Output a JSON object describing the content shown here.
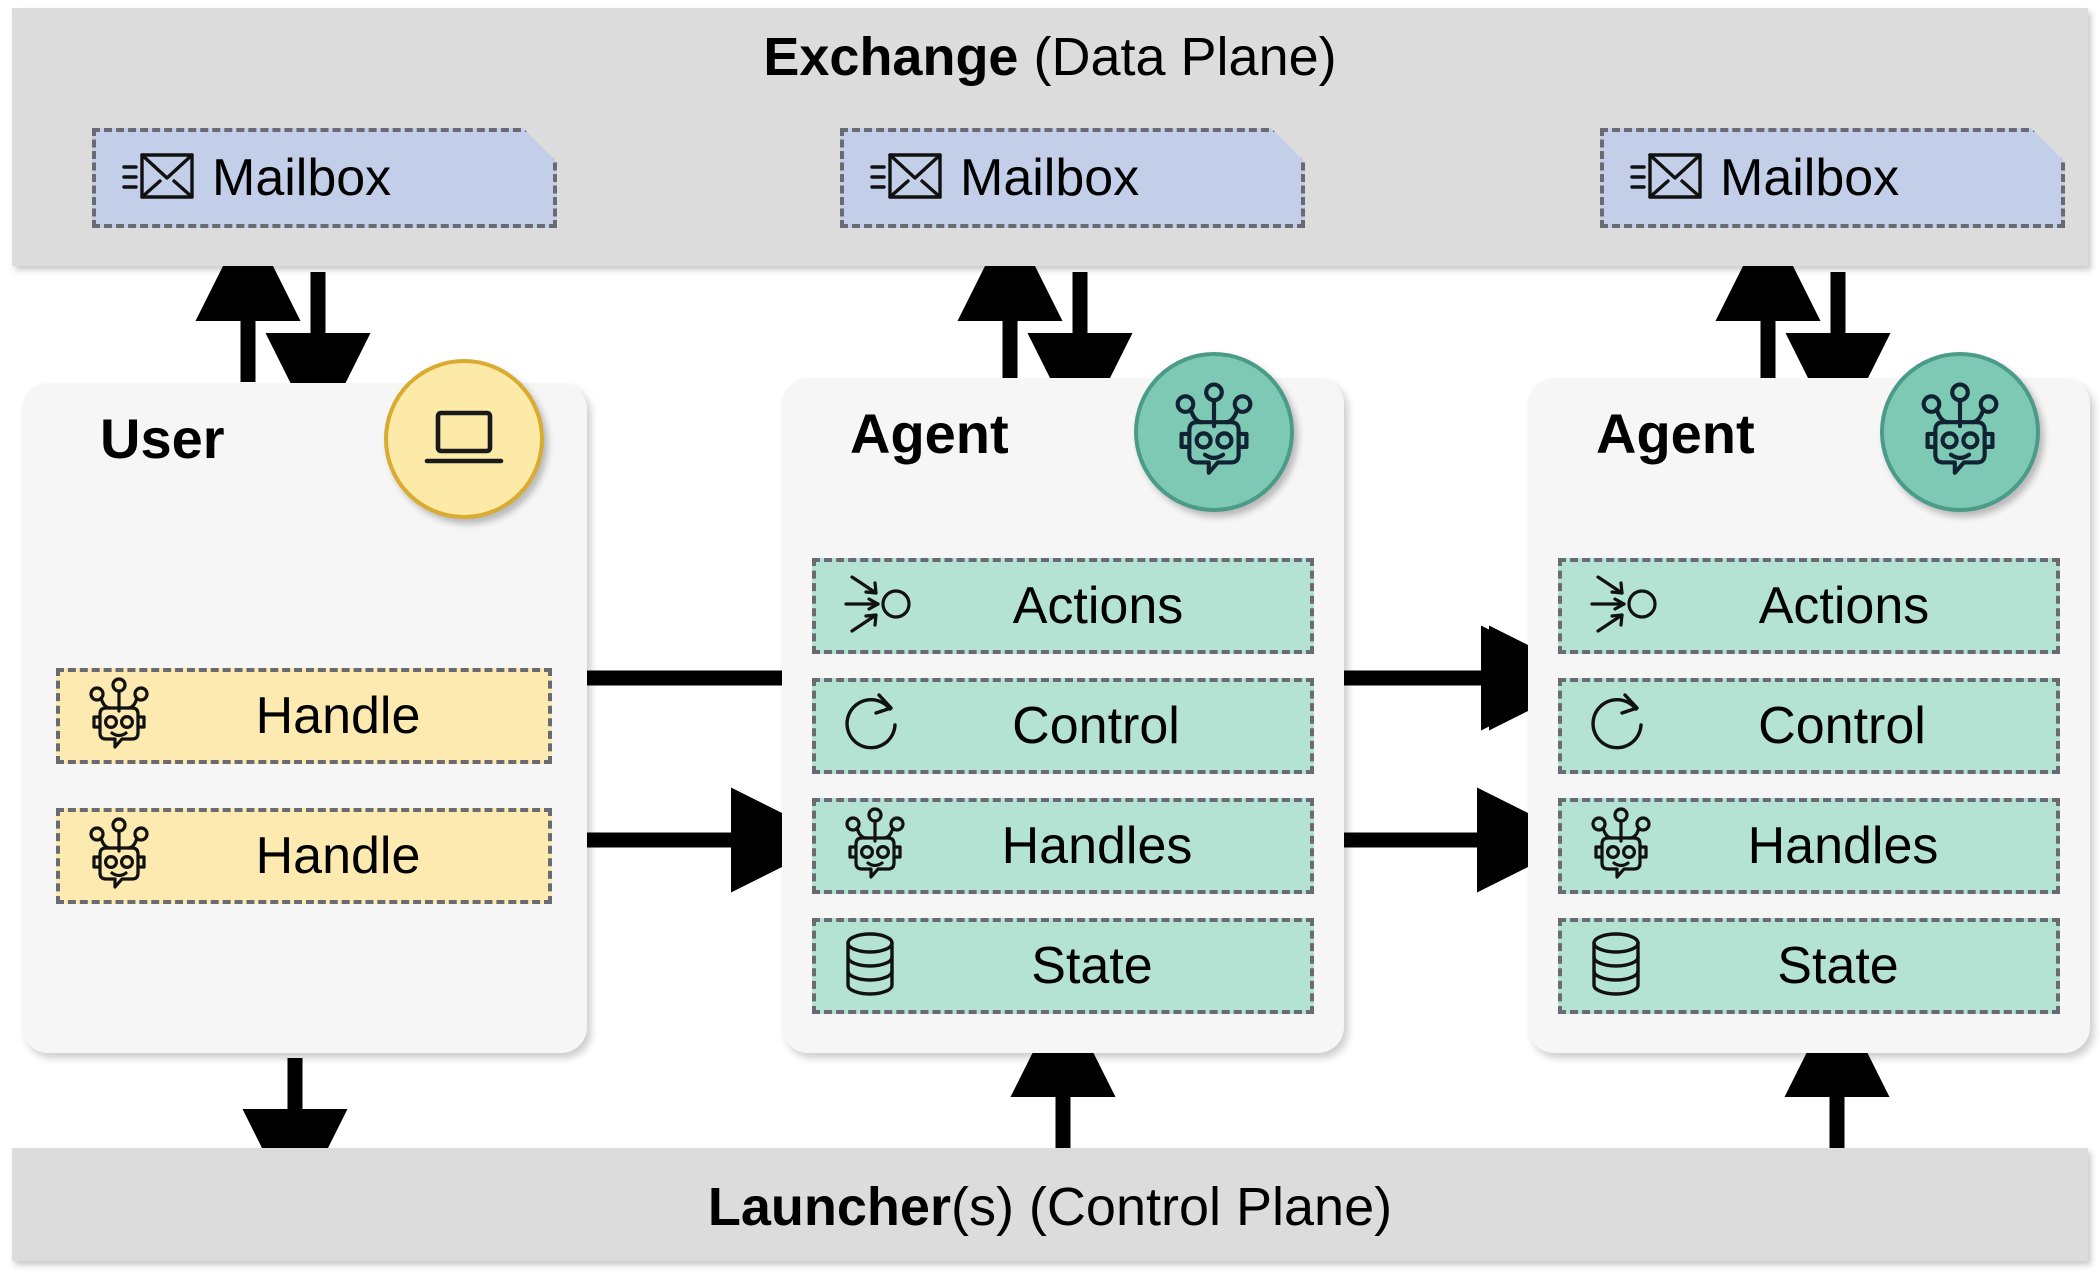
{
  "exchange": {
    "title_bold": "Exchange",
    "title_rest": " (Data Plane)",
    "mailboxes": [
      {
        "label": "Mailbox",
        "icon": "envelope-icon"
      },
      {
        "label": "Mailbox",
        "icon": "envelope-icon"
      },
      {
        "label": "Mailbox",
        "icon": "envelope-icon"
      }
    ]
  },
  "launcher": {
    "title_bold": "Launcher",
    "title_rest": "(s) (Control Plane)"
  },
  "user": {
    "title": "User",
    "badge_icon": "laptop-icon",
    "handles": [
      {
        "label": "Handle",
        "icon": "robot-icon"
      },
      {
        "label": "Handle",
        "icon": "robot-icon"
      }
    ]
  },
  "agents": [
    {
      "title": "Agent",
      "badge_icon": "robot-icon",
      "rows": [
        {
          "label": "Actions",
          "icon": "converging-arrows-icon"
        },
        {
          "label": "Control",
          "icon": "circular-arrow-icon"
        },
        {
          "label": "Handles",
          "icon": "robot-icon"
        },
        {
          "label": "State",
          "icon": "database-icon"
        }
      ]
    },
    {
      "title": "Agent",
      "badge_icon": "robot-icon",
      "rows": [
        {
          "label": "Actions",
          "icon": "converging-arrows-icon"
        },
        {
          "label": "Control",
          "icon": "circular-arrow-icon"
        },
        {
          "label": "Handles",
          "icon": "robot-icon"
        },
        {
          "label": "State",
          "icon": "database-icon"
        }
      ]
    }
  ],
  "colors": {
    "plane_bar": "#dcdcdc",
    "mailbox_fill": "#c3cfe8",
    "card_fill": "#f6f6f6",
    "handle_fill": "#fdeab0",
    "agent_row_fill": "#b4e2d3",
    "user_badge_fill": "#fdeaa8",
    "agent_badge_fill": "#7ec9b4",
    "dashed_border": "#6a6a72",
    "arrow": "#000000"
  }
}
